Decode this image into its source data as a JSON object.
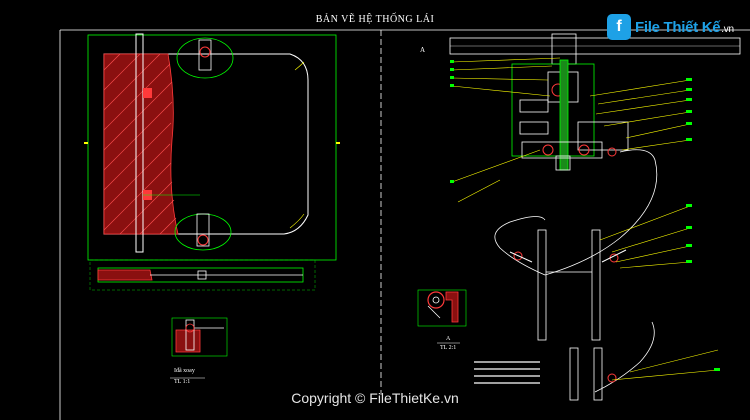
{
  "drawing": {
    "title": "BẢN VẼ HỆ THỐNG LÁI",
    "section_label": "A",
    "detail_label_left": "Iđã xoay",
    "scale_left": "TL 1:1",
    "detail_label_right": "A",
    "scale_right": "TL 2:1"
  },
  "watermark": {
    "logo_letter": "f",
    "logo_text": "File Thiết Kế",
    "logo_tld": ".vn",
    "copyright": "Copyright © FileThietKe.vn"
  },
  "colors": {
    "background": "#000000",
    "frame": "#ffffff",
    "outline": "#00ff00",
    "leader": "#ffff00",
    "hatch": "#ff3a3a",
    "accent": "#1ea1e6"
  }
}
